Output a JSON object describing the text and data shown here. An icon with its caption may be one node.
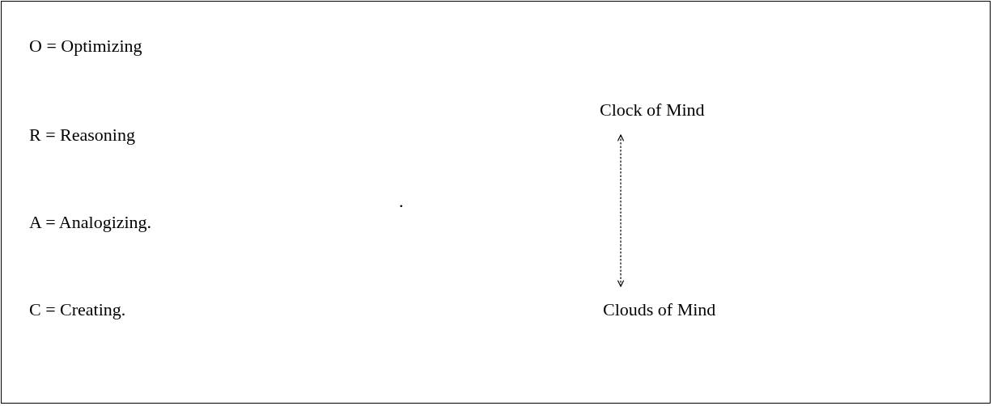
{
  "diagram": {
    "nodes": [
      {
        "text": [
          "Clock of Mind"
        ]
      },
      {
        "text": [
          "Clouds of Mind"
        ]
      }
    ],
    "edges": [
      {
        "from": 0,
        "to": 1,
        "arrow": "both",
        "style": "dashed"
      }
    ],
    "labels": [
      "O = Optimizing",
      "R = Reasoning",
      ".",
      "A = Analogizing.",
      "C = Creating."
    ]
  }
}
